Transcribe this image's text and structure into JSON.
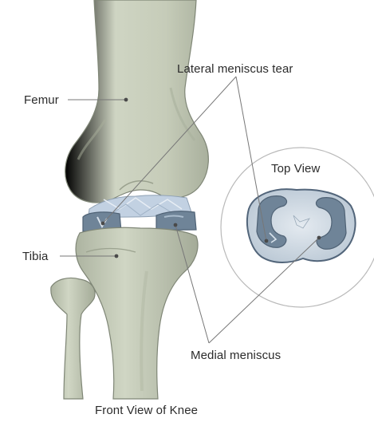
{
  "labels": {
    "femur": "Femur",
    "lateral_meniscus_tear": "Lateral meniscus tear",
    "top_view": "Top View",
    "tibia": "Tibia",
    "medial_meniscus": "Medial meniscus",
    "caption": "Front View of Knee"
  },
  "colors": {
    "bone": "#c9cfbd",
    "bone_shadow": "#a6ad99",
    "bone_outline": "#7f8676",
    "cartilage": "#b7c8dc",
    "meniscus": "#6f8498",
    "meniscus_dark": "#4f6275",
    "leader_line": "#777777"
  }
}
